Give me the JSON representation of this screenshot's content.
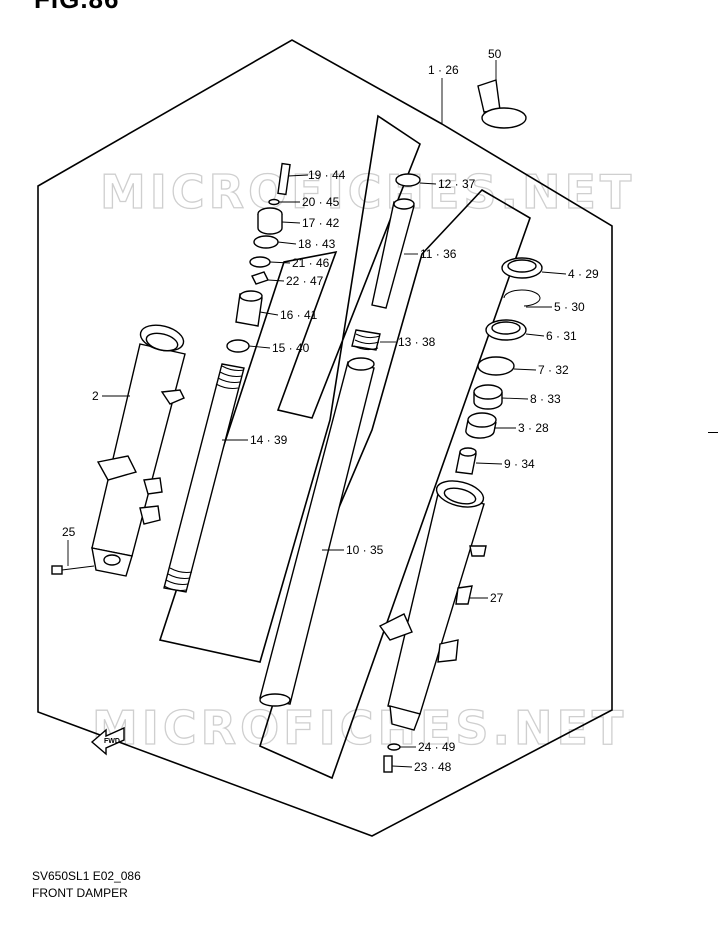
{
  "figure": {
    "title": "FIG.86"
  },
  "watermark": "MICROFICHES.NET",
  "fwd_arrow": "FWD",
  "callouts": [
    "1 · 26",
    "50",
    "19 · 44",
    "20 · 45",
    "17 · 42",
    "18 · 43",
    "21 · 46",
    "22 · 47",
    "16 · 41",
    "15 · 40",
    "14 · 39",
    "12 · 37",
    "11 · 36",
    "13 · 38",
    "10 · 35",
    "4 · 29",
    "5 · 30",
    "6 · 31",
    "7 · 32",
    "8 · 33",
    "3 · 28",
    "9 · 34",
    "27",
    "24 · 49",
    "23 · 48",
    "2",
    "25"
  ],
  "caption": {
    "model": "SV650SL1 E02_086",
    "name": "FRONT DAMPER"
  }
}
